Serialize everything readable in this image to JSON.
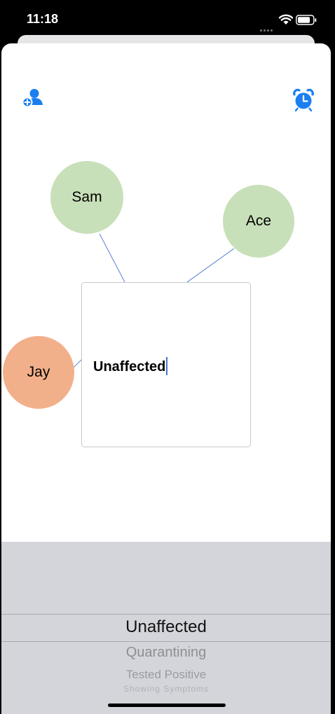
{
  "status_bar": {
    "time": "11:18"
  },
  "toolbar": {
    "add_contact_icon": "person-add-icon",
    "reminder_icon": "alarm-icon",
    "accent_color": "#1a7ff0"
  },
  "graph": {
    "nodes": [
      {
        "name": "Sam",
        "color": "#c8e0b9"
      },
      {
        "name": "Ace",
        "color": "#c8e0b9"
      },
      {
        "name": "Jay",
        "color": "#f2b08a"
      }
    ],
    "link_color": "#6f93d8"
  },
  "status_box": {
    "value": "Unaffected"
  },
  "picker": {
    "options": [
      "Unaffected",
      "Quarantining",
      "Tested Positive",
      "Showing Symptoms"
    ],
    "selected": "Unaffected"
  }
}
